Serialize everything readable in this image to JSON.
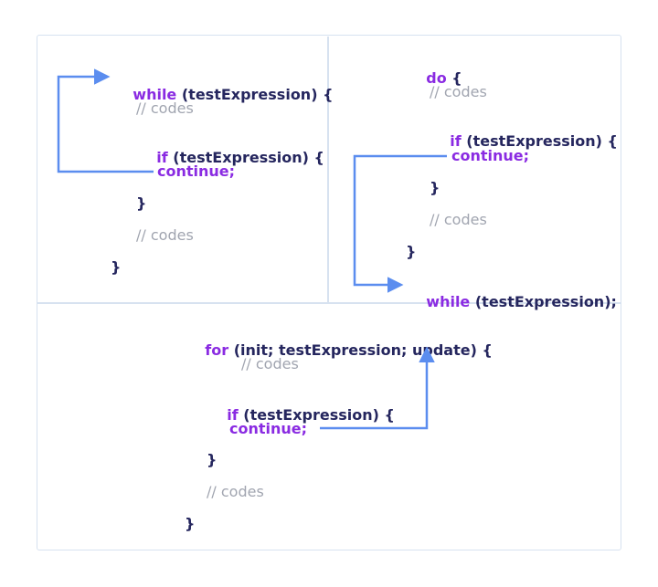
{
  "colors": {
    "keyword": "#8a2be2",
    "text": "#25265e",
    "comment": "#a1a5b0",
    "arrow": "#5b8def",
    "border": "#d7e2f0"
  },
  "while_panel": {
    "line1_kw": "while",
    "line1_rest": " (testExpression) {",
    "line2": "// codes",
    "line3_kw": "if",
    "line3_rest": " (testExpression) {",
    "line4": "continue;",
    "line5": "}",
    "line6": "// codes",
    "line7": "}"
  },
  "do_panel": {
    "line1_kw": "do",
    "line1_rest": " {",
    "line2": "// codes",
    "line3_kw": "if",
    "line3_rest": " (testExpression) {",
    "line4": "continue;",
    "line5": "}",
    "line6": "// codes",
    "line7": "}",
    "line8_kw": "while",
    "line8_rest": " (testExpression);"
  },
  "for_panel": {
    "line1_kw": "for",
    "line1_rest": " (init; testExpression; update) {",
    "line2": "// codes",
    "line3_kw": "if",
    "line3_rest": " (testExpression) {",
    "line4": "continue;",
    "line5": "}",
    "line6": "// codes",
    "line7": "}"
  }
}
